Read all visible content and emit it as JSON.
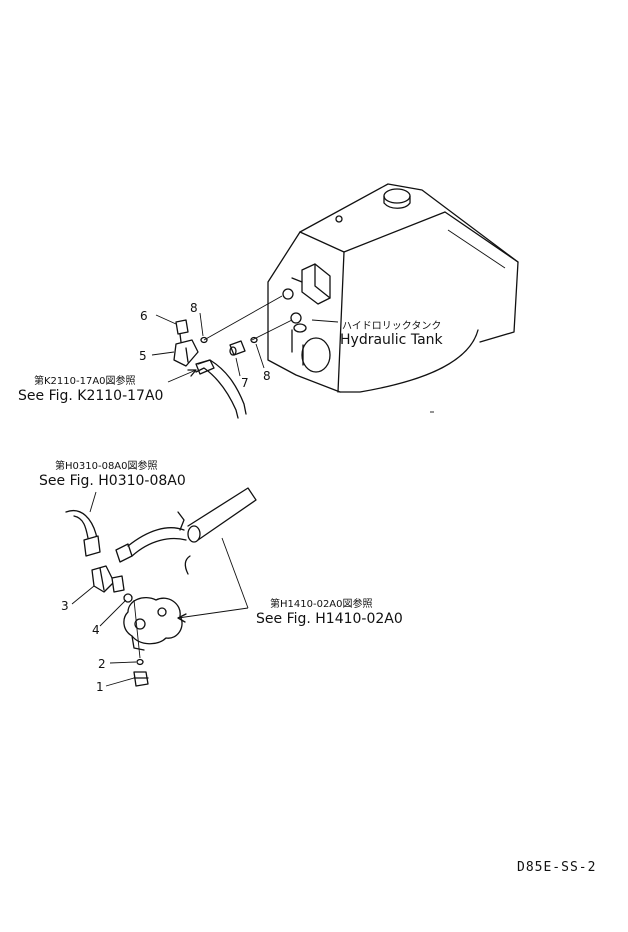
{
  "callouts": {
    "n1": "1",
    "n2": "2",
    "n3": "3",
    "n4": "4",
    "n5": "5",
    "n6": "6",
    "n7": "7",
    "n8a": "8",
    "n8b": "8"
  },
  "tank": {
    "label_jp": "ハイドロリックタンク",
    "label_en": "Hydraulic Tank"
  },
  "refs": {
    "k2110_jp": "第K2110-17A0図参照",
    "k2110_en": "See Fig. K2110-17A0",
    "h0310_jp": "第H0310-08A0図参照",
    "h0310_en": "See Fig. H0310-08A0",
    "h1410_jp": "第H1410-02A0図参照",
    "h1410_en": "See Fig. H1410-02A0"
  },
  "drawing_code": "D85E-SS-2"
}
